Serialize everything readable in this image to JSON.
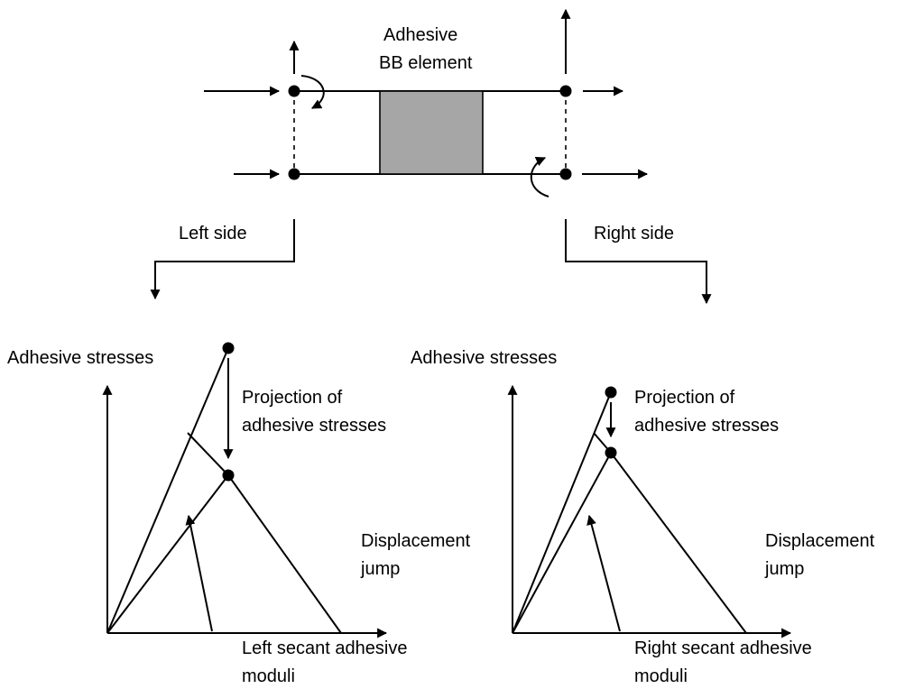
{
  "element": {
    "title_line1": "Adhesive",
    "title_line2": "BB element",
    "fill_color": "#a6a6a6"
  },
  "sides": {
    "left": "Left side",
    "right": "Right side"
  },
  "left_plot": {
    "ylabel": "Adhesive stresses",
    "projection_line1": "Projection of",
    "projection_line2": "adhesive stresses",
    "xlabel_line1": "Displacement",
    "xlabel_line2": "jump",
    "secant_line1": "Left secant adhesive",
    "secant_line2": "moduli"
  },
  "right_plot": {
    "ylabel": "Adhesive stresses",
    "projection_line1": "Projection of",
    "projection_line2": "adhesive stresses",
    "xlabel_line1": "Displacement",
    "xlabel_line2": "jump",
    "secant_line1": "Right secant adhesive",
    "secant_line2": "moduli"
  }
}
